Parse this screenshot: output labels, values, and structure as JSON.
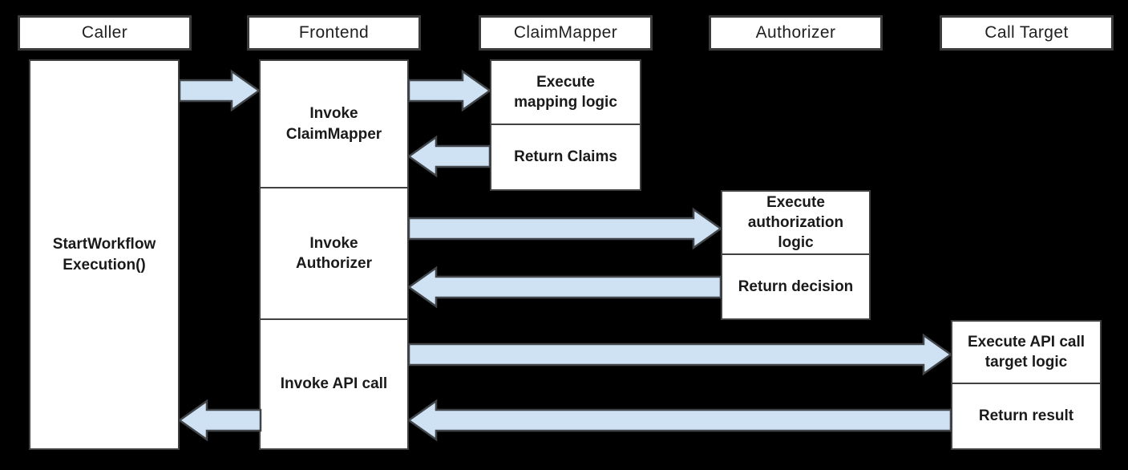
{
  "diagram": {
    "type": "sequence-diagram",
    "colors": {
      "background": "#000000",
      "box_fill": "#ffffff",
      "box_border": "#414141",
      "header_border": "#3b3b3b",
      "arrow_fill": "#cfe2f3",
      "arrow_stroke": "#414549",
      "text": "#1a1a1a"
    },
    "lanes": [
      {
        "id": "caller",
        "header": "Caller",
        "boxes": [
          {
            "label": "StartWorkflow\nExecution()"
          }
        ]
      },
      {
        "id": "frontend",
        "header": "Frontend",
        "boxes": [
          {
            "label": "Invoke\nClaimMapper"
          },
          {
            "label": "Invoke\nAuthorizer"
          },
          {
            "label": "Invoke API call"
          }
        ]
      },
      {
        "id": "claimmapper",
        "header": "ClaimMapper",
        "boxes": [
          {
            "label": "Execute\nmapping logic"
          },
          {
            "label": "Return Claims"
          }
        ]
      },
      {
        "id": "authorizer",
        "header": "Authorizer",
        "boxes": [
          {
            "label": "Execute\nauthorization\nlogic"
          },
          {
            "label": "Return decision"
          }
        ]
      },
      {
        "id": "calltarget",
        "header": "Call Target",
        "boxes": [
          {
            "label": "Execute API call\ntarget logic"
          },
          {
            "label": "Return result"
          }
        ]
      }
    ],
    "arrows": [
      {
        "name": "caller-to-frontend",
        "from": "Caller",
        "to": "Frontend",
        "direction": "right"
      },
      {
        "name": "frontend-to-claimmapper",
        "from": "Frontend",
        "to": "ClaimMapper",
        "direction": "right"
      },
      {
        "name": "claimmapper-return-to-frontend",
        "from": "ClaimMapper",
        "to": "Frontend",
        "direction": "left"
      },
      {
        "name": "frontend-to-authorizer",
        "from": "Frontend",
        "to": "Authorizer",
        "direction": "right"
      },
      {
        "name": "authorizer-return-to-frontend",
        "from": "Authorizer",
        "to": "Frontend",
        "direction": "left"
      },
      {
        "name": "frontend-to-calltarget",
        "from": "Frontend",
        "to": "Call Target",
        "direction": "right"
      },
      {
        "name": "calltarget-return-to-frontend",
        "from": "Call Target",
        "to": "Frontend",
        "direction": "left"
      },
      {
        "name": "frontend-return-to-caller",
        "from": "Frontend",
        "to": "Caller",
        "direction": "left"
      }
    ]
  }
}
